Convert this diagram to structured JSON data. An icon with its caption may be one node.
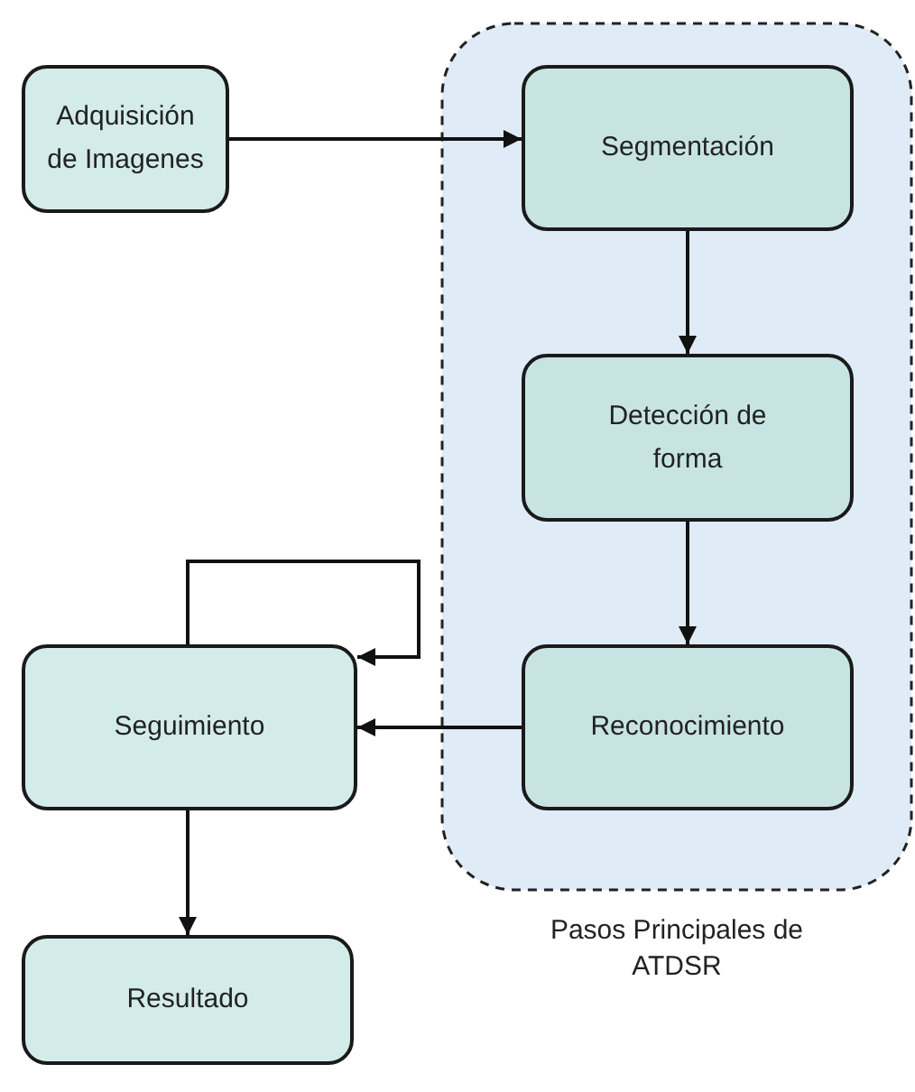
{
  "diagram": {
    "nodes": [
      {
        "text": [
          "Adquisición de Imagenes"
        ]
      },
      {
        "text": [
          "Pasos Principales de ATDSR"
        ]
      },
      {
        "text": [
          "Segmentación"
        ],
        "in": 1
      },
      {
        "text": [
          "Detección de forma"
        ],
        "in": 1
      },
      {
        "text": [
          "Reconocimiento"
        ],
        "in": 1
      },
      {
        "text": [
          "Seguimiento"
        ]
      },
      {
        "text": [
          "Resultado"
        ]
      }
    ],
    "edges": [
      {
        "from": 0,
        "to": 2,
        "arrow": "to"
      },
      {
        "from": 2,
        "to": 3,
        "arrow": "to"
      },
      {
        "from": 3,
        "to": 4,
        "arrow": "to"
      },
      {
        "from": 4,
        "to": 5,
        "arrow": "to"
      },
      {
        "from": 5,
        "to": 5,
        "arrow": "to"
      },
      {
        "from": 5,
        "to": 6,
        "arrow": "to"
      }
    ]
  }
}
